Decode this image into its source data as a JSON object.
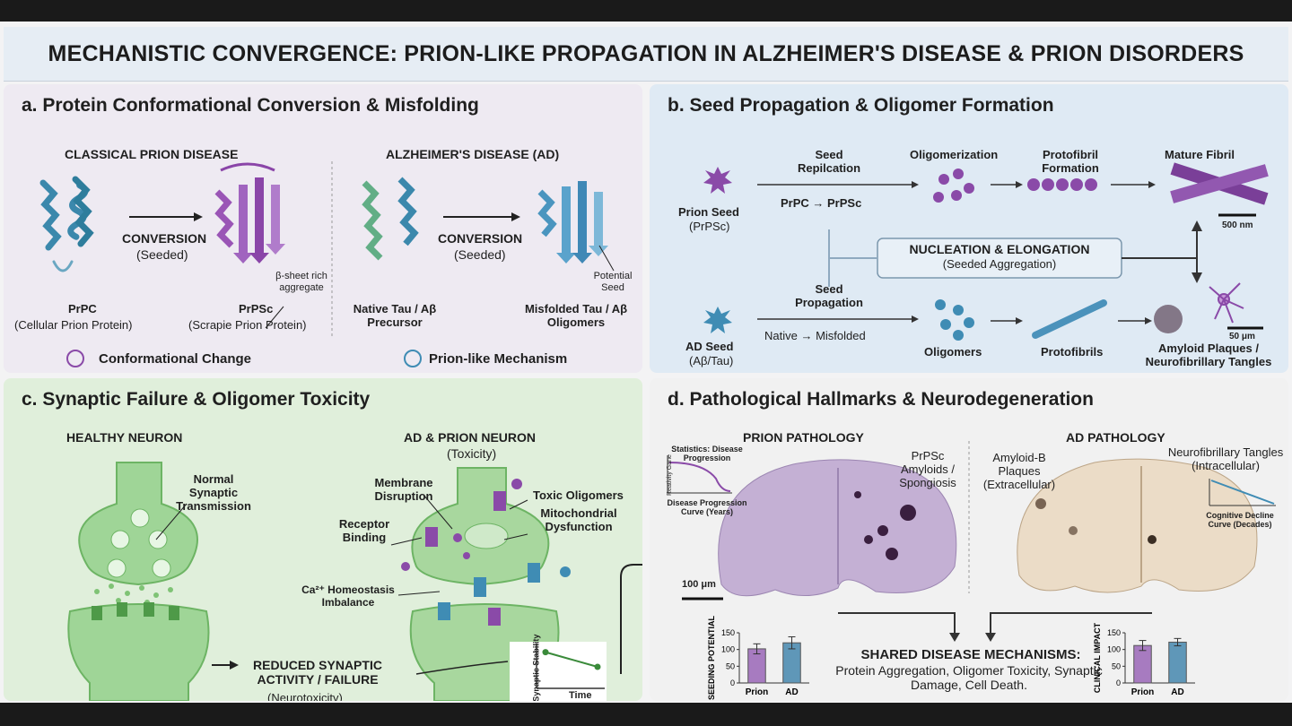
{
  "header": {
    "title": "MECHANISTIC CONVERGENCE: PRION-LIKE PROPAGATION IN ALZHEIMER'S DISEASE & PRION DISORDERS"
  },
  "panel_a": {
    "title": "a. Protein Conformational Conversion & Misfolding",
    "left_heading": "CLASSICAL PRION DISEASE",
    "right_heading": "ALZHEIMER'S DISEASE (AD)",
    "conversion_label": "CONVERSION",
    "seeded_label": "(Seeded)",
    "beta_sheet_label": "β-sheet rich aggregate",
    "prpc_name": "PrPC",
    "prpc_desc": "(Cellular Prion Protein)",
    "prpsc_name": "PrPSc",
    "prpsc_desc": "(Scrapie Prion Protein)",
    "potential_seed_label": "Potential Seed",
    "native_label": "Native Tau / Aβ Precursor",
    "misfolded_label": "Misfolded Tau / Aβ Oligomers",
    "footer_left": "Conformational Change",
    "footer_right": "Prion-like Mechanism"
  },
  "panel_b": {
    "title": "b. Seed Propagation & Oligomer Formation",
    "prion_seed": "Prion Seed",
    "prion_seed_sub": "(PrPSc)",
    "seed_replication": "Seed Repilcation",
    "prpc_to_prpsc": "PrPC → PrPSc",
    "oligomerization": "Oligomerization",
    "protofibril_formation": "Protofibril Formation",
    "mature_fibril": "Mature Fibril",
    "scale_500": "500 nm",
    "nucleation_title": "NUCLEATION & ELONGATION",
    "nucleation_sub": "(Seeded Aggregation)",
    "seed_propagation": "Seed Propagation",
    "native_to_misfolded": "Native → Misfolded",
    "ad_seed": "AD Seed",
    "ad_seed_sub": "(Aβ/Tau)",
    "oligomers": "Oligomers",
    "protofibrils": "Protofibrils",
    "scale_50": "50 μm",
    "plaques_label": "Amyloid Plaques / Neurofibrillary Tangles"
  },
  "panel_c": {
    "title": "c. Synaptic Failure & Oligomer Toxicity",
    "healthy_heading": "HEALTHY NEURON",
    "ad_heading": "AD & PRION NEURON",
    "ad_sub": "(Toxicity)",
    "normal_transmission": "Normal Synaptic Transmission",
    "membrane_disruption": "Membrane Disruption",
    "toxic_oligomers": "Toxic Oligomers",
    "mito_dysfunction": "Mitochondrial Dysfunction",
    "receptor_binding": "Receptor Binding",
    "ca_imbalance": "Ca²⁺ Homeostasis Imbalance",
    "reduced_activity": "REDUCED SYNAPTIC ACTIVITY / FAILURE",
    "neurotoxicity": "(Neurotoxicity)",
    "mini_chart_ylabel": "Synaptic Stability",
    "mini_chart_xlabel": "Time"
  },
  "panel_d": {
    "title": "d. Pathological Hallmarks & Neurodegeneration",
    "prion_heading": "PRION PATHOLOGY",
    "ad_heading": "AD PATHOLOGY",
    "stats_title": "Statistics: Disease Progression",
    "stats_ylabel": "Reativity Gane",
    "stats_xlabel": "Disease Progression Curve (Years)",
    "prpsc_amyloids": "PrPSc Amyloids / Spongiosis",
    "amyloid_b_plaques": "Amyloid-B Plaques (Extracellular)",
    "nft_label": "Neurofibrillary Tangles (Intracellular)",
    "cognitive_label": "Cognitive Decline Curve (Decades)",
    "scale_100": "100 μm",
    "shared_title": "SHARED DISEASE MECHANISMS:",
    "shared_body": "Protein Aggregation, Oligomer Toxicity, Synaptic Damage, Cell Death."
  },
  "chart_data": [
    {
      "type": "bar",
      "ylabel": "SEEDING POTENTIAL",
      "categories": [
        "Prion",
        "AD"
      ],
      "values": [
        102,
        120
      ],
      "errors": [
        15,
        18
      ],
      "yticks": [
        0,
        50,
        100,
        150
      ],
      "ylim": [
        0,
        150
      ],
      "colors": [
        "#a77bc0",
        "#5f97b8"
      ]
    },
    {
      "type": "bar",
      "ylabel": "CLINICAL IMPACT",
      "categories": [
        "Prion",
        "AD"
      ],
      "values": [
        112,
        122
      ],
      "errors": [
        15,
        11
      ],
      "yticks": [
        0,
        50,
        100,
        150
      ],
      "ylim": [
        0,
        150
      ],
      "colors": [
        "#a77bc0",
        "#5f97b8"
      ]
    },
    {
      "type": "line",
      "ylabel": "Synaptic Stability",
      "xlabel": "Time",
      "x": [
        0,
        1
      ],
      "values": [
        100,
        55
      ]
    }
  ],
  "colors": {
    "prion": "#8a4aa8",
    "ad": "#3f8cb4",
    "healthy": "#7ec77a",
    "tissue": "#a78bbd"
  }
}
